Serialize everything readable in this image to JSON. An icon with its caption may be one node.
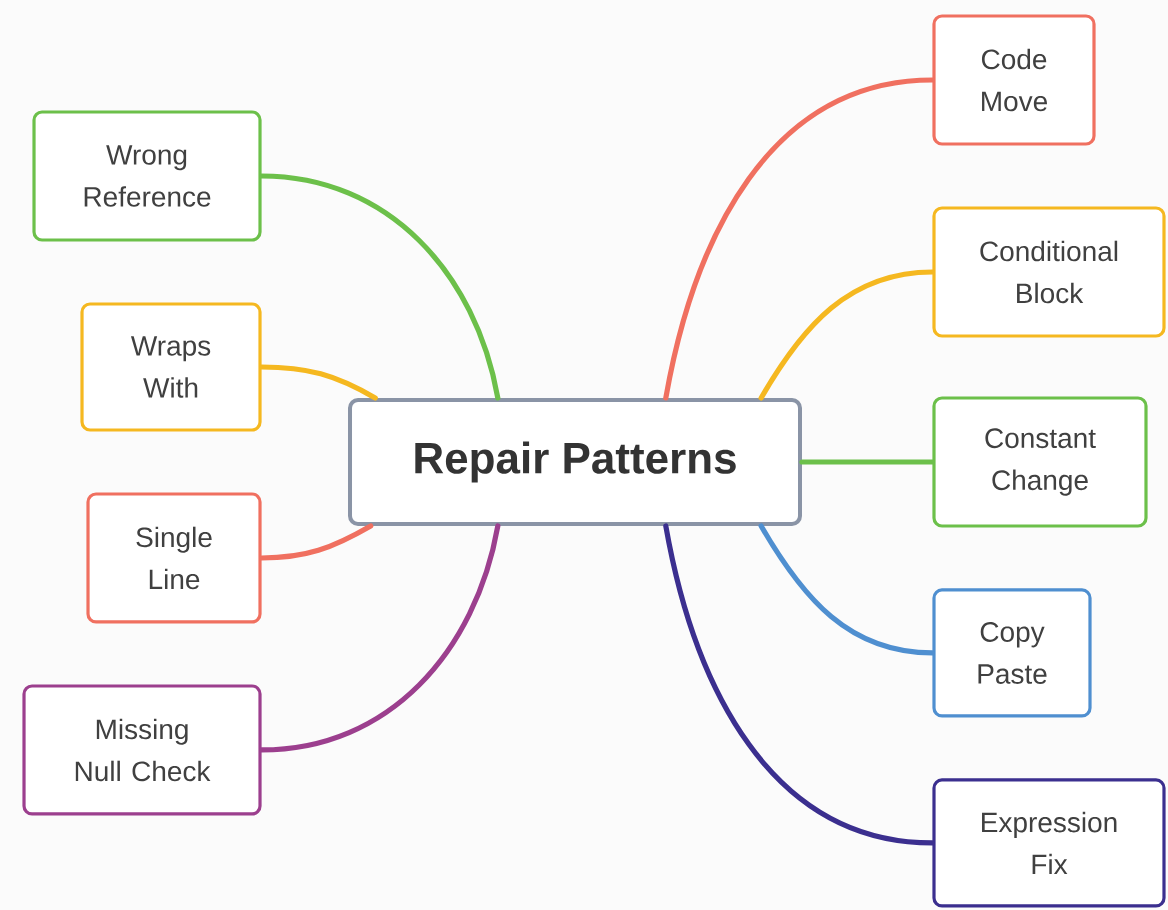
{
  "diagram": {
    "nodes": [
      {
        "text": [
          "Repair Patterns"
        ]
      },
      {
        "text": [
          "Wrong Reference"
        ]
      },
      {
        "text": [
          "Wraps With"
        ]
      },
      {
        "text": [
          "Single Line"
        ]
      },
      {
        "text": [
          "Missing Null Check"
        ]
      },
      {
        "text": [
          "Code Move"
        ]
      },
      {
        "text": [
          "Conditional Block"
        ]
      },
      {
        "text": [
          "Constant Change"
        ]
      },
      {
        "text": [
          "Copy Paste"
        ]
      },
      {
        "text": [
          "Expression Fix"
        ]
      }
    ],
    "edges": [
      {
        "from": 0,
        "to": 1,
        "arrow": "none",
        "color": "#6cc04a"
      },
      {
        "from": 0,
        "to": 2,
        "arrow": "none",
        "color": "#f5b820"
      },
      {
        "from": 0,
        "to": 3,
        "arrow": "none",
        "color": "#f07060"
      },
      {
        "from": 0,
        "to": 4,
        "arrow": "none",
        "color": "#9c3f8e"
      },
      {
        "from": 0,
        "to": 5,
        "arrow": "none",
        "color": "#f07060"
      },
      {
        "from": 0,
        "to": 6,
        "arrow": "none",
        "color": "#f5b820"
      },
      {
        "from": 0,
        "to": 7,
        "arrow": "none",
        "color": "#6cc04a"
      },
      {
        "from": 0,
        "to": 8,
        "arrow": "none",
        "color": "#4f8fd0"
      },
      {
        "from": 0,
        "to": 9,
        "arrow": "none",
        "color": "#3b2f8f"
      }
    ]
  }
}
